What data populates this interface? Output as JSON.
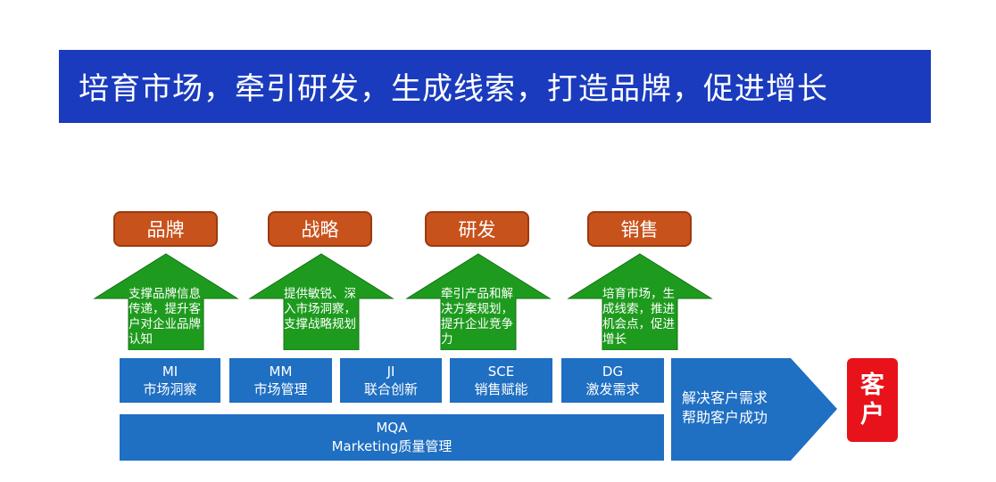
{
  "title": "培育市场，牵引研发，生成线索，打造品牌，促进增长",
  "colors": {
    "banner": "#1a3bbd",
    "label_box": "#c8521c",
    "arrow": "#1e9b1e",
    "module": "#1f6fc2",
    "customer": "#e8121b"
  },
  "pillars": [
    {
      "label": "品牌",
      "text": "支撑品牌信息传递，提升客户对企业品牌认知"
    },
    {
      "label": "战略",
      "text": "提供敏锐、深入市场洞察，支撑战略规划"
    },
    {
      "label": "研发",
      "text": "牵引产品和解决方案规划，提升企业竞争力"
    },
    {
      "label": "销售",
      "text": "培育市场，生成线索，推进机会点，促进增长"
    }
  ],
  "modules": [
    {
      "code": "MI",
      "name": "市场洞察"
    },
    {
      "code": "MM",
      "name": "市场管理"
    },
    {
      "code": "JI",
      "name": "联合创新"
    },
    {
      "code": "SCE",
      "name": "销售赋能"
    },
    {
      "code": "DG",
      "name": "激发需求"
    }
  ],
  "mqa": {
    "code": "MQA",
    "name": "Marketing质量管理"
  },
  "outcome": {
    "line1": "解决客户需求",
    "line2": "帮助客户成功"
  },
  "customer": {
    "char1": "客",
    "char2": "户"
  }
}
